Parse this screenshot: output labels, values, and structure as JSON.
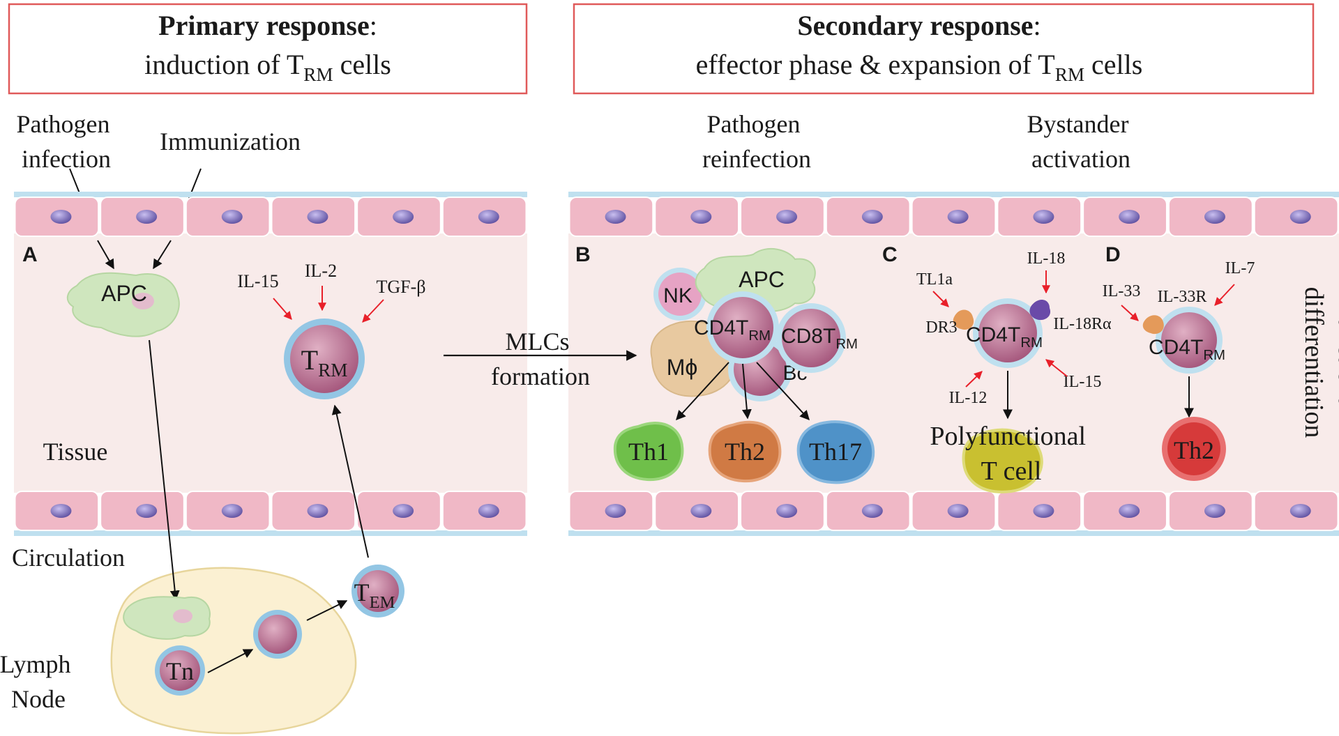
{
  "primary": {
    "title_bold": "Primary response",
    "colon": ":",
    "subtitle_pre": "induction of T",
    "subtitle_sub": "RM",
    "subtitle_post": " cells"
  },
  "secondary": {
    "title_bold": "Secondary response",
    "colon": ":",
    "subtitle_pre": "effector phase & expansion of T",
    "subtitle_sub": "RM",
    "subtitle_post": " cells"
  },
  "labels": {
    "pathogen_infection": [
      "Pathogen",
      "infection"
    ],
    "immunization": "Immunization",
    "pathogen_reinfection": [
      "Pathogen",
      "reinfection"
    ],
    "bystander_activation": [
      "Bystander",
      "activation"
    ],
    "tissue": "Tissue",
    "circulation": "Circulation",
    "lymph_node": [
      "Lymph",
      "Node"
    ],
    "mlcs_formation": [
      "MLCs",
      "formation"
    ],
    "polyfunctional": [
      "Polyfunctional",
      "T cell"
    ],
    "functional_differentiation": [
      "Functional",
      "differentiation"
    ]
  },
  "panels": [
    "A",
    "B",
    "C",
    "D"
  ],
  "cytokines_a": [
    "IL-15",
    "IL-2",
    "TGF-β"
  ],
  "cytokines_c": {
    "tl1a": "TL1a",
    "dr3": "DR3",
    "il18": "IL-18",
    "il18ra": "IL-18Rα",
    "il12": "IL-12",
    "il15": "IL-15"
  },
  "cytokines_d": {
    "il33": "IL-33",
    "il33r": "IL-33R",
    "il7": "IL-7"
  },
  "cells": {
    "apc": "APC",
    "trm": {
      "main": "T",
      "sub": "RM"
    },
    "tem": {
      "main": "T",
      "sub": "EM"
    },
    "tn": "Tn",
    "nk": "NK",
    "mphi": "Mϕ",
    "bc": "Bc",
    "cd4trm": {
      "main": "CD4T",
      "sub": "RM"
    },
    "cd8trm": {
      "main": "CD8T",
      "sub": "RM"
    },
    "th1": "Th1",
    "th2": "Th2",
    "th17": "Th17"
  },
  "colors": {
    "box_border": "#e05a5a",
    "tissue_fill": "#f8ebea",
    "epithelial_cell": "#f0b8c6",
    "nucleus": "#8a7cc2",
    "membrane": "#bfe0ef",
    "arrow_red": "#e8202a",
    "apc_green": "#cfe6be",
    "cell_body": "#c87d9a",
    "cell_ring": "#93c6e4",
    "th1": "#6fbf4a",
    "th2": "#d07a44",
    "th17": "#4f92c8",
    "th2_red": "#d63a3a",
    "polyfunctional": "#c9c030",
    "lymph_node": "#fbf0d2"
  }
}
